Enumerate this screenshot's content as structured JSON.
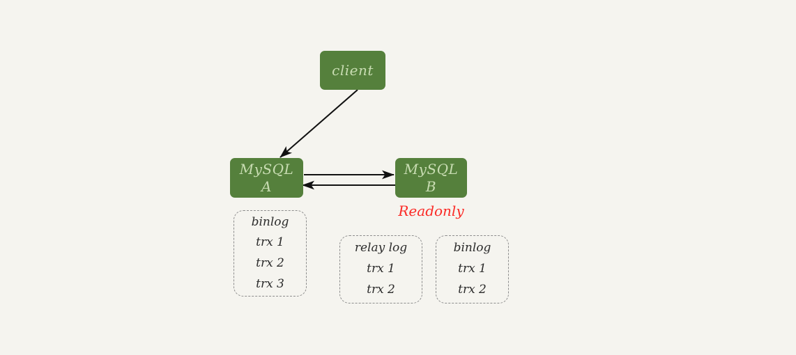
{
  "diagram": {
    "title": "MySQL A/B replication with readonly standby",
    "background_color": "#f5f4ef",
    "node_fill_color": "#55803c",
    "node_text_color": "#c8dcb2",
    "alert_color": "#fb2a26",
    "dashed_border_color": "#8c8c8c",
    "arrow_color": "#111111"
  },
  "nodes": {
    "client": {
      "label": "client"
    },
    "mysql_a": {
      "line1": "MySQL",
      "line2": "A"
    },
    "mysql_b": {
      "line1": "MySQL",
      "line2": "B"
    }
  },
  "labels": {
    "readonly": "Readonly"
  },
  "log_boxes": [
    {
      "id": "binlog-a",
      "title": "binlog",
      "entries": [
        "trx 1",
        "trx 2",
        "trx 3"
      ]
    },
    {
      "id": "relay-log",
      "title": "relay log",
      "entries": [
        "trx 1",
        "trx 2"
      ]
    },
    {
      "id": "binlog-b",
      "title": "binlog",
      "entries": [
        "trx 1",
        "trx 2"
      ]
    }
  ],
  "connections": [
    {
      "id": "client-to-mysql-a",
      "from": "client",
      "to": "mysql_a",
      "direction": "one-way"
    },
    {
      "id": "mysql-a-to-mysql-b",
      "from": "mysql_a",
      "to": "mysql_b",
      "direction": "one-way"
    },
    {
      "id": "mysql-b-to-mysql-a",
      "from": "mysql_b",
      "to": "mysql_a",
      "direction": "one-way"
    }
  ]
}
